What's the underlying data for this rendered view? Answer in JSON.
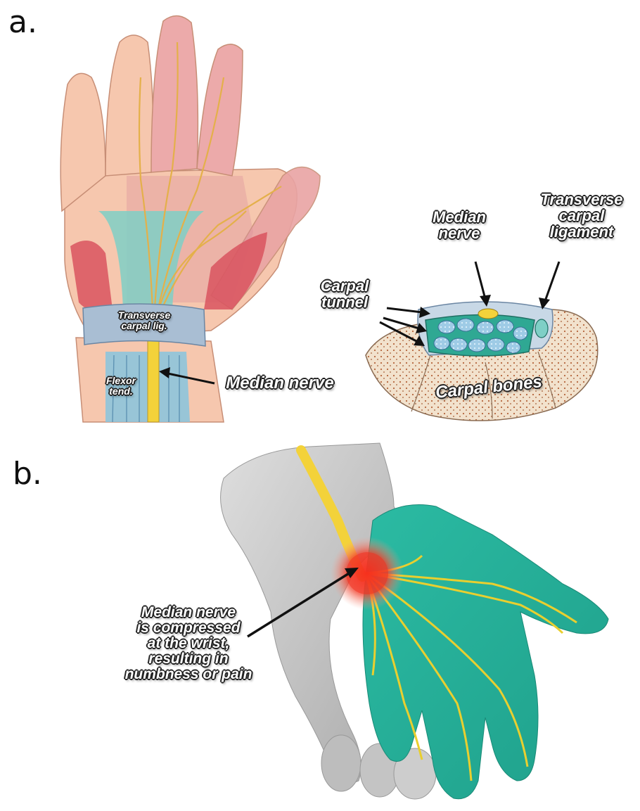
{
  "panels": {
    "a": {
      "letter": "a."
    },
    "b": {
      "letter": "b."
    }
  },
  "labels": {
    "transverse_carpal_lig": "Transverse\ncarpal lig.",
    "flexor_tend": "Flexor\ntend.",
    "median_nerve_a": "Median nerve",
    "median_nerve_inset": "Median\nnerve",
    "transverse_carpal_ligament": "Transverse\ncarpal\nligament",
    "carpal_tunnel": "Carpal\ntunnel",
    "carpal_bones": "Carpal bones",
    "compression_note": "Median nerve\nis compressed\nat the wrist,\nresulting in\nnumbness or pain"
  },
  "colors": {
    "skin": "#f6c7ae",
    "muscle": "#d9545f",
    "tendon_teal": "#7fcfc6",
    "nerve_yellow": "#f3d23a",
    "highlight_teal": "#23b39c",
    "ligament_blue": "#9fb7cf",
    "bone": "#f3e3d0",
    "gray_hand": "#c8c8c8",
    "compression_red": "#e8342a"
  }
}
